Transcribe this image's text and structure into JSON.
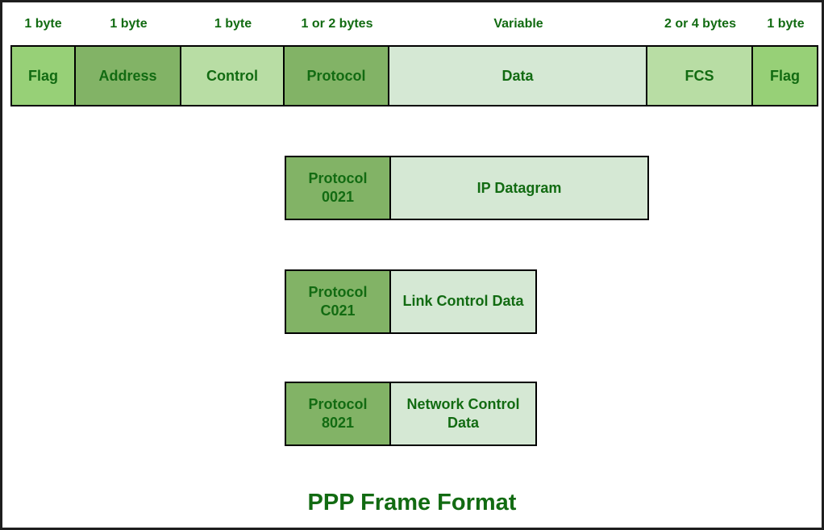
{
  "title": "PPP Frame Format",
  "colors": {
    "flag_fill": "#97d077",
    "address_protocol_fill": "#82b366",
    "control_fcs_fill": "#b8dda4",
    "data_fill": "#d5e8d4",
    "text_green": "#126b12",
    "box_border": "#000000",
    "outer_border": "#1e1e1e"
  },
  "frame": {
    "fields": [
      {
        "label": "Flag",
        "size": "1 byte"
      },
      {
        "label": "Address",
        "size": "1 byte"
      },
      {
        "label": "Control",
        "size": "1 byte"
      },
      {
        "label": "Protocol",
        "size": "1 or 2 bytes"
      },
      {
        "label": "Data",
        "size": "Variable"
      },
      {
        "label": "FCS",
        "size": "2 or 4 bytes"
      },
      {
        "label": "Flag",
        "size": "1 byte"
      }
    ]
  },
  "protocol_examples": [
    {
      "protocol_label": "Protocol",
      "code": "0021",
      "payload": "IP Datagram"
    },
    {
      "protocol_label": "Protocol",
      "code": "C021",
      "payload": "Link Control Data"
    },
    {
      "protocol_label": "Protocol",
      "code": "8021",
      "payload": "Network Control Data"
    }
  ]
}
